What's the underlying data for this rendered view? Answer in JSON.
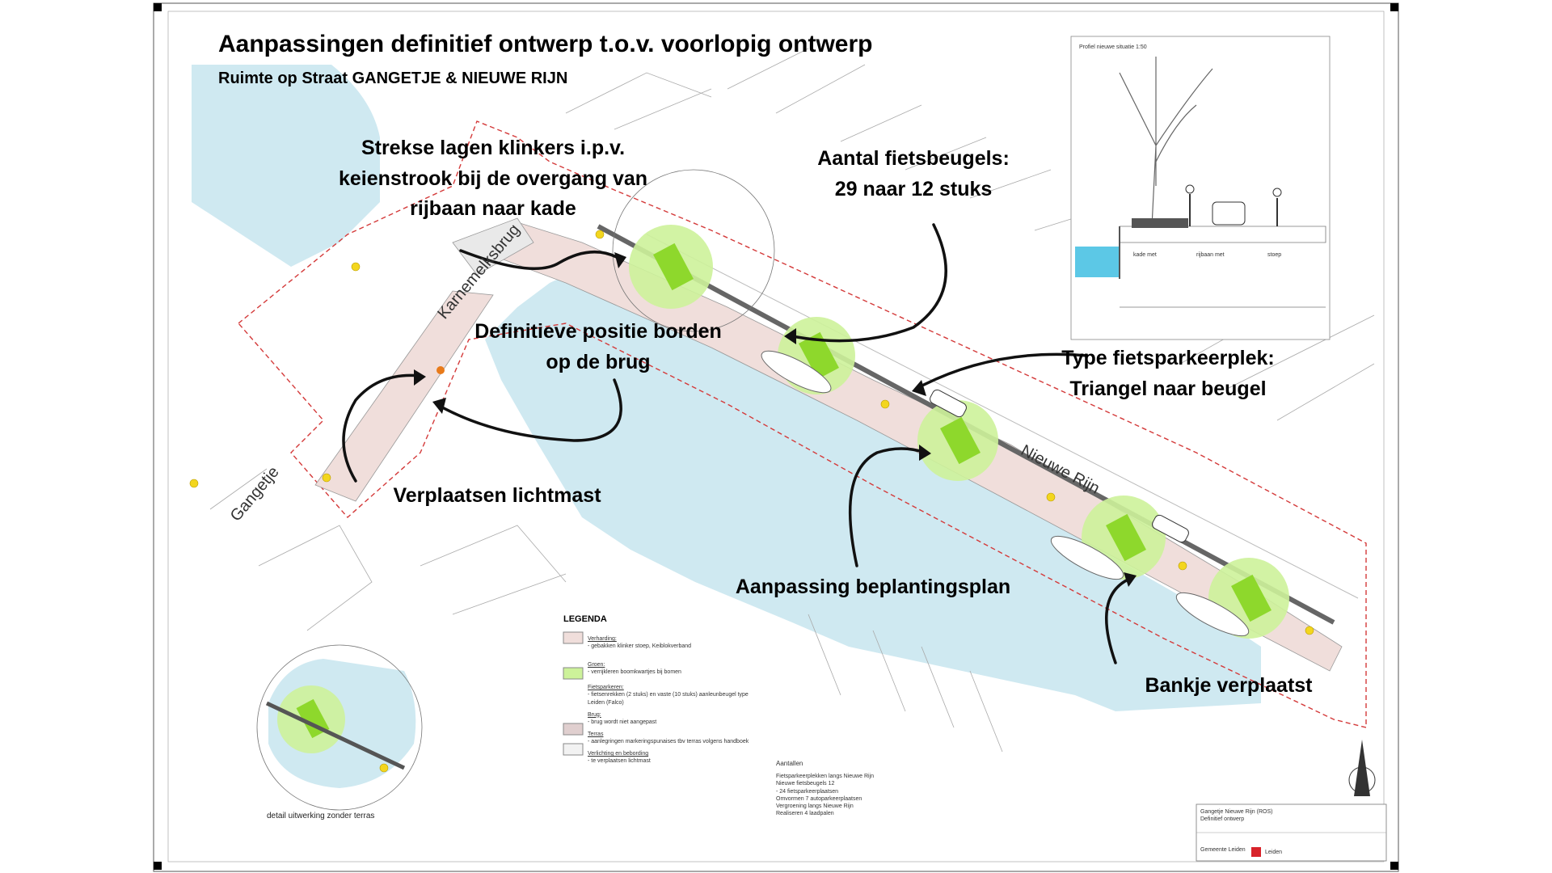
{
  "titles": {
    "main": "Aanpassingen definitief ontwerp t.o.v. voorlopig ontwerp",
    "sub": "Ruimte op Straat GANGETJE & NIEUWE RIJN"
  },
  "callouts": {
    "strekse_lagen": [
      "Strekse lagen klinkers i.p.v.",
      "keienstrook bij de overgang van",
      "rijbaan naar kade"
    ],
    "fietsbeugels": [
      "Aantal fietsbeugels:",
      "29 naar 12 stuks"
    ],
    "borden": [
      "Definitieve positie borden",
      "op de brug"
    ],
    "fietsparkeerplek": [
      "Type fietsparkeerplek:",
      "Triangel naar beugel"
    ],
    "lichtmast": "Verplaatsen lichtmast",
    "beplantingsplan": "Aanpassing beplantingsplan",
    "bankje": "Bankje verplaatst"
  },
  "streets": {
    "karnemelksbrug": "Karnemelksbrug",
    "gangetje": "Gangetje",
    "nieuwe_rijn": "Nieuwe Rijn"
  },
  "profile": {
    "title": "Profiel nieuwe situatie 1:50",
    "kade": "kade met",
    "rijbaan": "rijbaan met",
    "stoep": "stoep"
  },
  "legend": {
    "title": "LEGENDA",
    "items": [
      {
        "heading": "Verharding:",
        "text": "- gebakken klinker stoep, Keiblokverband"
      },
      {
        "heading": "Groen:",
        "text": "- verrijkleren boomkwartjes bij bomen"
      },
      {
        "heading": "Fietsparkeren:",
        "text": "- fietsenrekken (2 stuks) en vaste (10 stuks) aanleunbeugel type Leiden (Falco)"
      },
      {
        "heading": "Brug:",
        "text": "- brug wordt niet aangepast"
      },
      {
        "heading": "Terras",
        "text": "- aanlegringen markeringspunaises tbv terras volgens handboek"
      },
      {
        "heading": "Verlichting en bebording",
        "text": "- te verplaatsen lichtmast"
      }
    ]
  },
  "aantallen": {
    "title": "Aantallen",
    "lines": [
      "Fietsparkeerplekken langs Nieuwe Rijn",
      "Nieuwe fietsbeugels 12",
      "- 24 fietsparkeerplaatsen",
      "Omvormen 7 autoparkeerplaatsen",
      "Vergroening langs Nieuwe Rijn",
      "Realiseren 4 laadpalen"
    ]
  },
  "detail": {
    "caption": "detail uitwerking zonder terras"
  },
  "title_block": {
    "project": "Gangetje Nieuwe Rijn (ROS)",
    "subject": "Definitief ontwerp",
    "client": "Gemeente Leiden",
    "logo_text": "Leiden"
  },
  "colors": {
    "water": "#cfe9f1",
    "paving": "#f0dedb",
    "tree_canopy": "#cdf29a",
    "tree_planter": "#8ed82c",
    "boundary": "#d43a3a",
    "lamp": "#f3d61e"
  }
}
